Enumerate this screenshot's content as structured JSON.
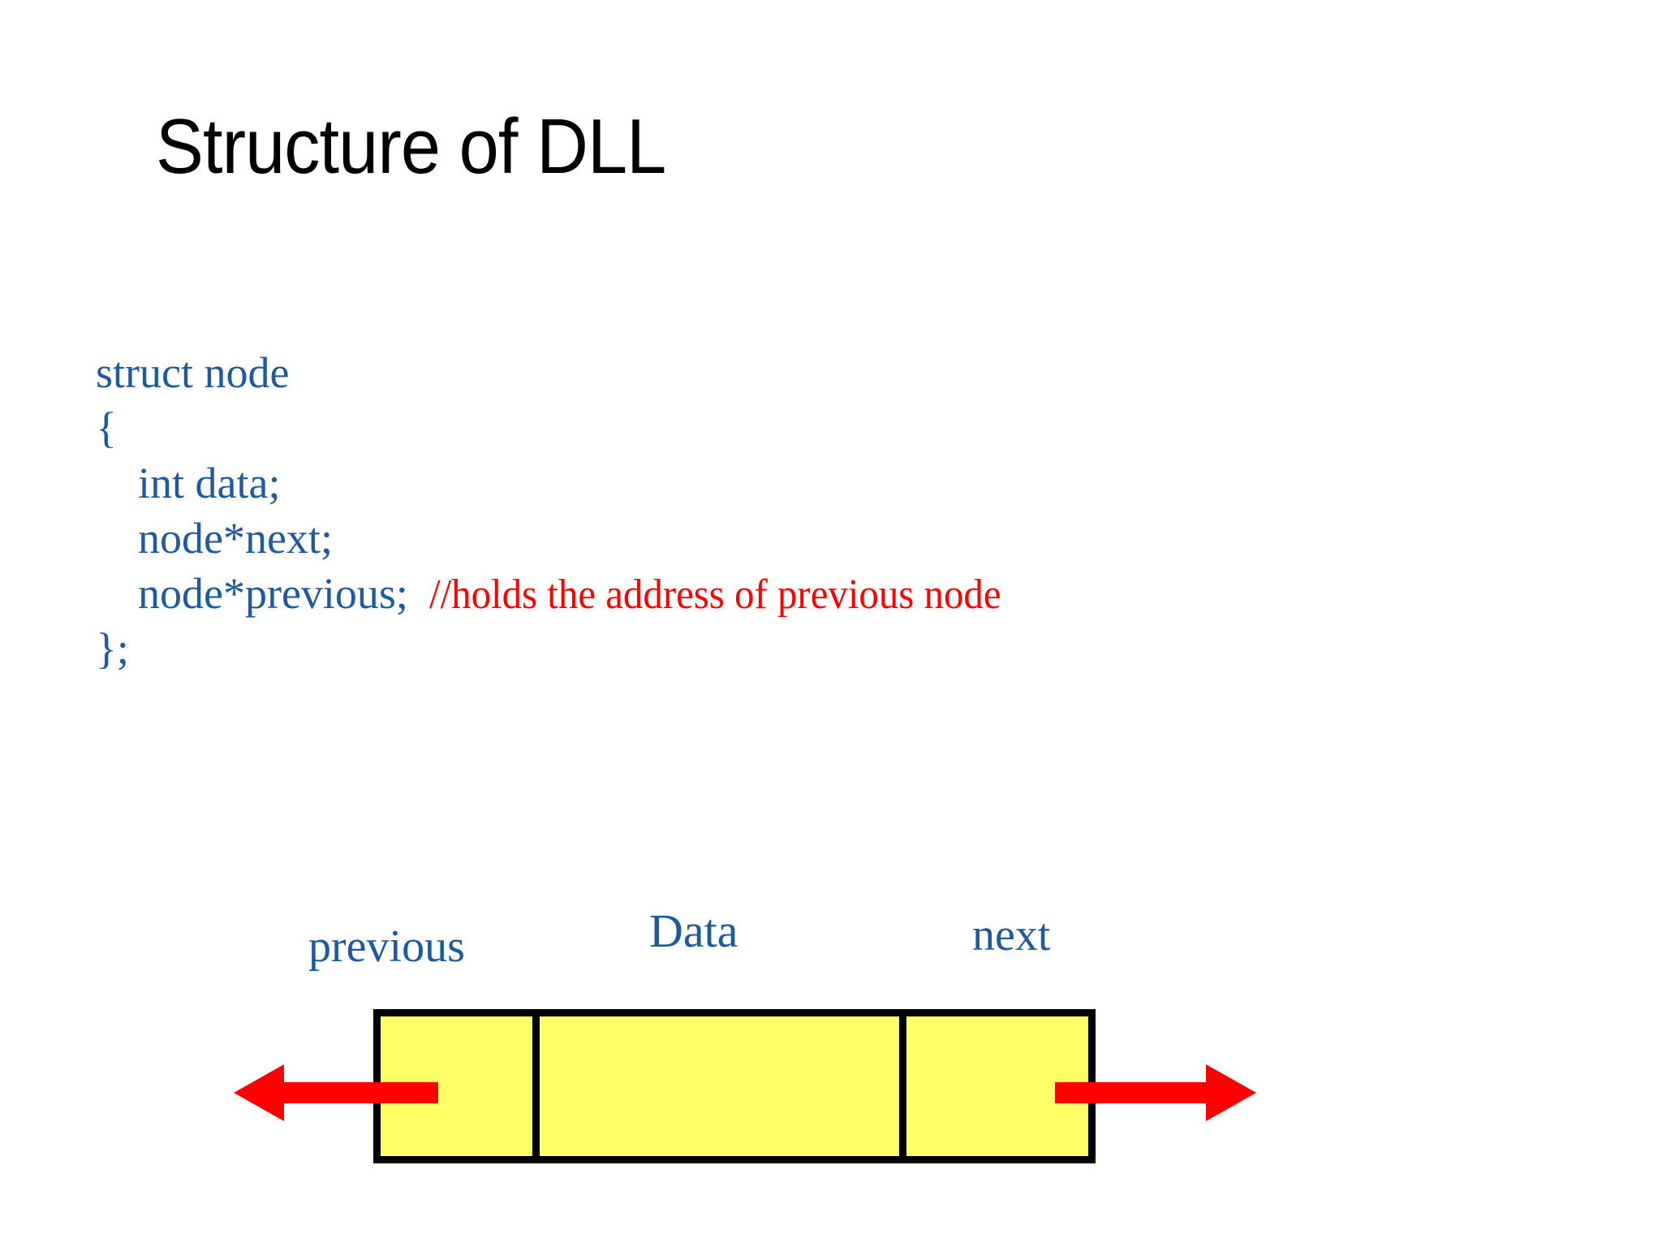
{
  "slide": {
    "title": "Structure of DLL",
    "background_color": "#FFFFFF"
  },
  "colors": {
    "title_text": "#000000",
    "code_text": "#1D5B9E",
    "comment_text": "#FF0000",
    "node_fill": "#FFFF66",
    "node_border": "#000000",
    "arrow": "#FF0000"
  },
  "code": {
    "lines": [
      {
        "text": "struct node",
        "indent": false
      },
      {
        "text": "{",
        "indent": false
      },
      {
        "text": "int data;",
        "indent": true
      },
      {
        "text": "node*next;",
        "indent": true
      },
      {
        "text": "node*previous;",
        "indent": true
      },
      {
        "text": "};",
        "indent": false
      }
    ],
    "line_1": "struct node",
    "line_2": "{",
    "line_3": "int data;",
    "line_4": "node*next;",
    "line_5": "node*previous;",
    "line_6": "};",
    "comment": "//holds the address of previous node"
  },
  "diagram": {
    "labels": {
      "previous": "previous",
      "data": "Data",
      "next": "next"
    },
    "cells": [
      {
        "name": "previous",
        "label": "previous",
        "value": ""
      },
      {
        "name": "data",
        "label": "Data",
        "value": ""
      },
      {
        "name": "next",
        "label": "next",
        "value": ""
      }
    ],
    "arrows": [
      {
        "name": "previous-pointer",
        "direction": "left"
      },
      {
        "name": "next-pointer",
        "direction": "right"
      }
    ]
  }
}
